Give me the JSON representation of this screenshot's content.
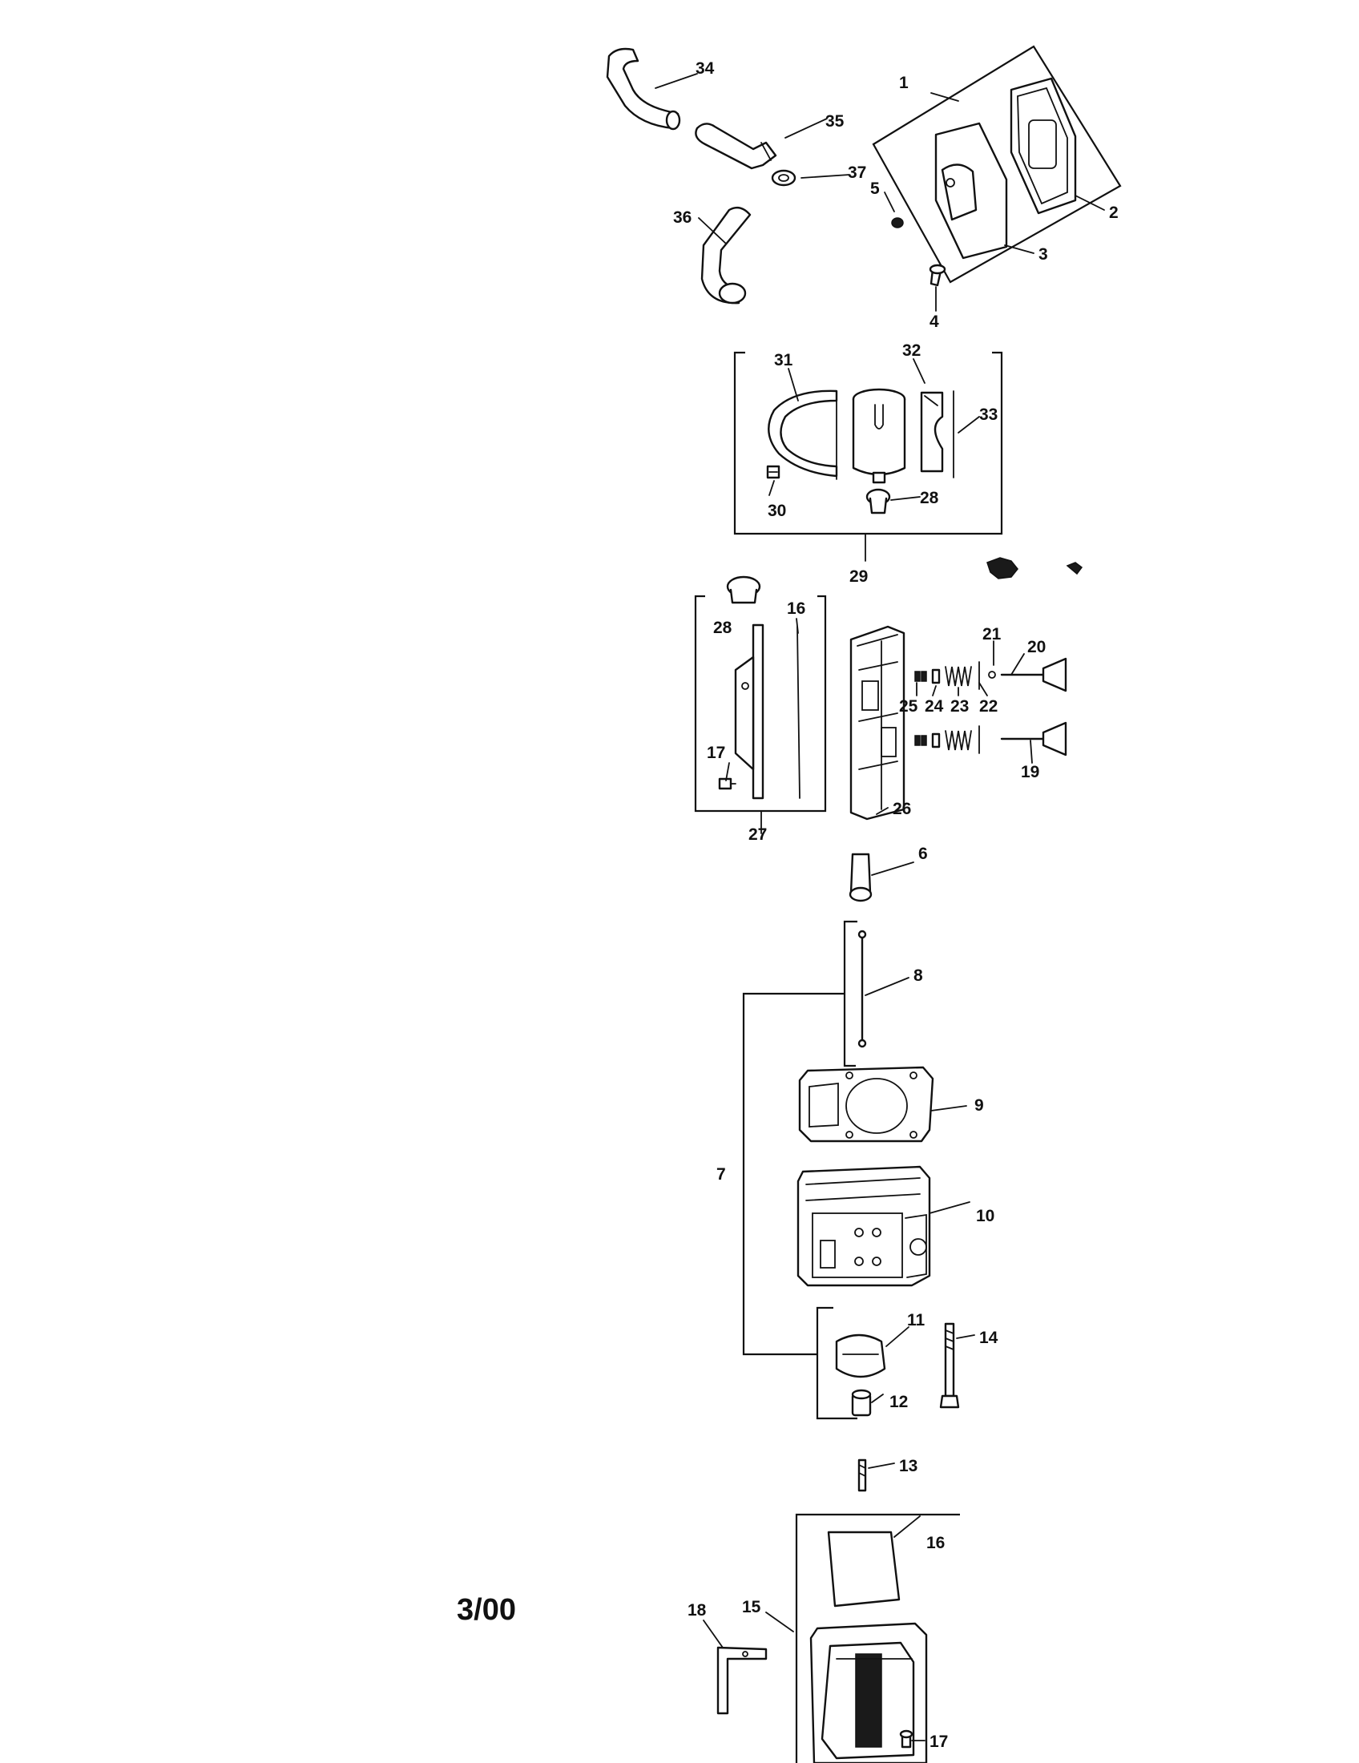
{
  "date_code": "3/00",
  "labels": {
    "l1": "1",
    "l2": "2",
    "l3": "3",
    "l4": "4",
    "l5": "5",
    "l6": "6",
    "l7": "7",
    "l8": "8",
    "l9": "9",
    "l10": "10",
    "l11": "11",
    "l12": "12",
    "l13": "13",
    "l14": "14",
    "l15": "15",
    "l16a": "16",
    "l16b": "16",
    "l17a": "17",
    "l17b": "17",
    "l18": "18",
    "l19": "19",
    "l20": "20",
    "l21": "21",
    "l22": "22",
    "l23": "23",
    "l24": "24",
    "l25": "25",
    "l26": "26",
    "l27": "27",
    "l28a": "28",
    "l28b": "28",
    "l29": "29",
    "l30": "30",
    "l31": "31",
    "l32": "32",
    "l33": "33",
    "l34": "34",
    "l35": "35",
    "l36": "36",
    "l37": "37"
  }
}
